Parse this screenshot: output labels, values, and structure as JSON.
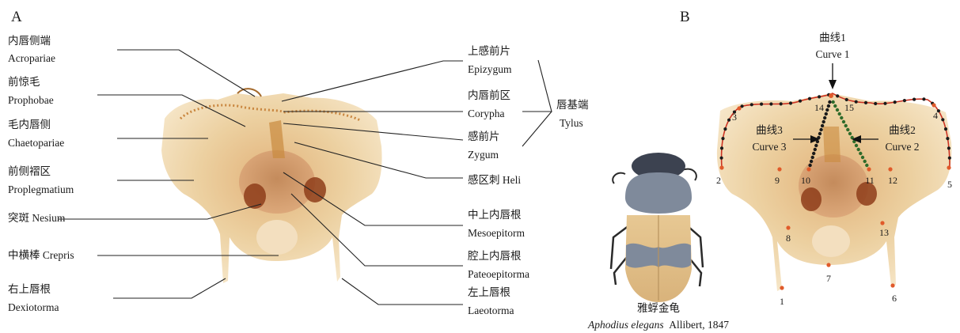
{
  "panel_a": {
    "letter": "A",
    "left_labels": [
      {
        "zh": "内唇侧端",
        "en": "Acropariae"
      },
      {
        "zh": "前惊毛",
        "en": "Prophobae"
      },
      {
        "zh": "毛内唇侧",
        "en": "Chaetopariae"
      },
      {
        "zh": "前侧褶区",
        "en": "Proplegmatium"
      },
      {
        "zh": "突斑 Nesium",
        "en": ""
      },
      {
        "zh": "中横棒 Crepris",
        "en": ""
      },
      {
        "zh": "右上唇根",
        "en": "Dexiotorma"
      }
    ],
    "right_labels": [
      {
        "zh": "上感前片",
        "en": "Epizygum"
      },
      {
        "zh": "内唇前区",
        "en": "Corypha"
      },
      {
        "zh": "感前片",
        "en": "Zygum"
      },
      {
        "zh": "感区刺 Heli",
        "en": ""
      },
      {
        "zh": "中上内唇根",
        "en": "Mesoepitorm"
      },
      {
        "zh": "腔上内唇根",
        "en": "Pateoepitorma"
      },
      {
        "zh": "左上唇根",
        "en": "Laeotorma"
      }
    ],
    "group_label": {
      "zh": "唇基端",
      "en": "Tylus"
    }
  },
  "specimen_caption": {
    "zh": "雅蜉金龟",
    "genus_species": "Aphodius elegans",
    "authority": "Allibert, 1847"
  },
  "panel_b": {
    "letter": "B",
    "curve1": {
      "zh": "曲线1",
      "en": "Curve 1"
    },
    "curve2": {
      "zh": "曲线2",
      "en": "Curve 2"
    },
    "curve3": {
      "zh": "曲线3",
      "en": "Curve 3"
    },
    "landmarks": [
      "1",
      "2",
      "3",
      "4",
      "5",
      "6",
      "7",
      "8",
      "9",
      "10",
      "11",
      "12",
      "13",
      "14",
      "15"
    ]
  },
  "colors": {
    "epipharynx_base": "#e9c690",
    "epipharynx_dark": "#b86c2e",
    "landmark": "#e05a2a",
    "curve_line": "#cc3322",
    "curve_dots_black": "#1a1a1a",
    "curve_dots_green": "#2f6b2a",
    "beetle_head": "#7f8a9b",
    "beetle_elytra": "#e3c58c"
  }
}
